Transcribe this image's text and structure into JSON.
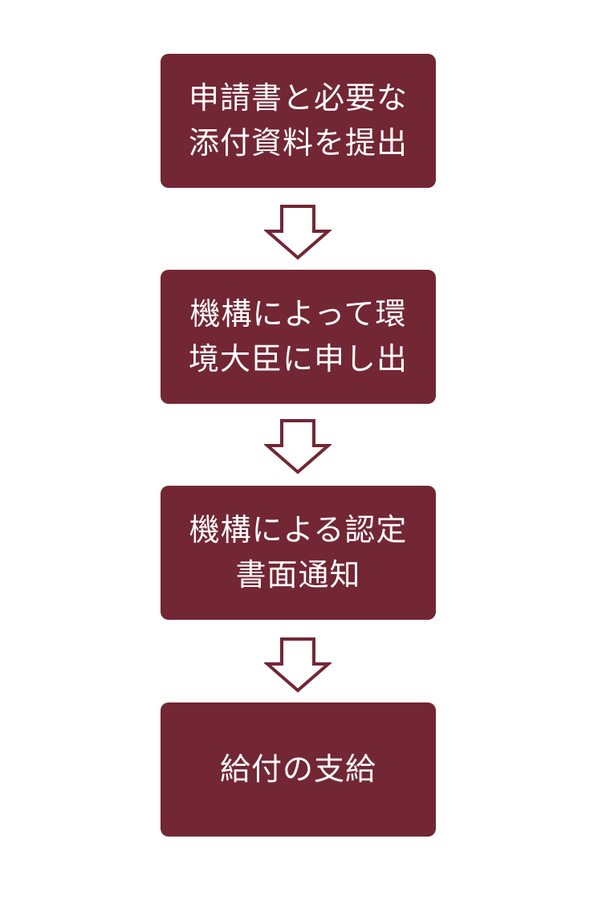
{
  "colors": {
    "box_fill": "#732634",
    "arrow_stroke": "#732634",
    "text": "#ffffff",
    "background": "#ffffff"
  },
  "steps": [
    {
      "text": "申請書と必要な\n添付資料を提出"
    },
    {
      "text": "機構によって環\n境大臣に申し出"
    },
    {
      "text": "機構による認定\n書面通知"
    },
    {
      "text": "給付の支給"
    }
  ],
  "arrows": [
    {
      "icon": "down-arrow-icon"
    },
    {
      "icon": "down-arrow-icon"
    },
    {
      "icon": "down-arrow-icon"
    }
  ]
}
